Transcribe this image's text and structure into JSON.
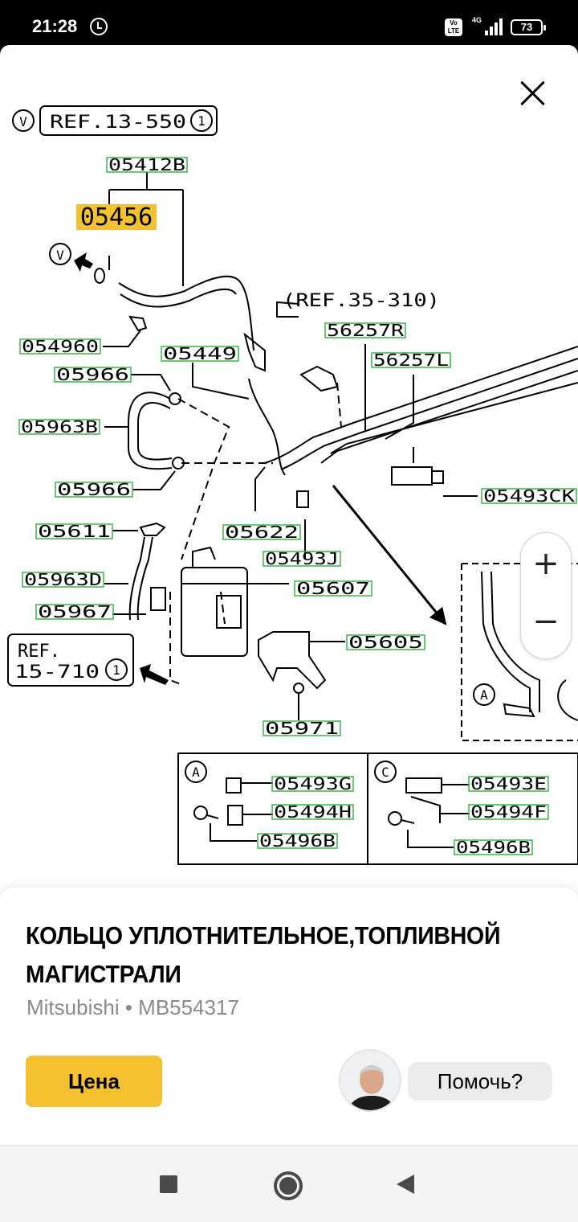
{
  "status_bar": {
    "time": "21:28",
    "network_label": "4G",
    "volte_label": "Vo LTE",
    "battery": "73"
  },
  "diagram": {
    "ref_top": "REF.13-550",
    "ref_top_circle": "1",
    "ref_top_marker": "V",
    "ref_mid": "(REF.35-310)",
    "ref_left_line1": "REF.",
    "ref_left_line2": "15-710",
    "ref_left_circle": "1",
    "marker_v": "V",
    "marker_a": "A",
    "marker_c": "C",
    "highlighted_part": "05456",
    "parts": [
      "05412B",
      "054960",
      "05449",
      "05966",
      "05963B",
      "05966",
      "05611",
      "05963D",
      "05967",
      "05622",
      "05493J",
      "05607",
      "05605",
      "05971",
      "56257R",
      "56257L",
      "05493CK"
    ],
    "inset_a_parts": [
      "05493G",
      "05494H",
      "05496B"
    ],
    "inset_c_parts": [
      "05493E",
      "05494F",
      "05496B"
    ],
    "highlight_color": "#f5c12e",
    "label_box_color": "#3ab54a"
  },
  "zoom": {
    "in_label": "+",
    "out_label": "−"
  },
  "product": {
    "title": "КОЛЬЦО УПЛОТНИТЕЛЬНОЕ,ТОПЛИВНОЙ МАГИСТРАЛИ",
    "brand": "Mitsubishi",
    "separator": " • ",
    "part_number": "MB554317",
    "price_label": "Цена",
    "help_label": "Помочь?"
  },
  "accent_color": "#f5c12e"
}
